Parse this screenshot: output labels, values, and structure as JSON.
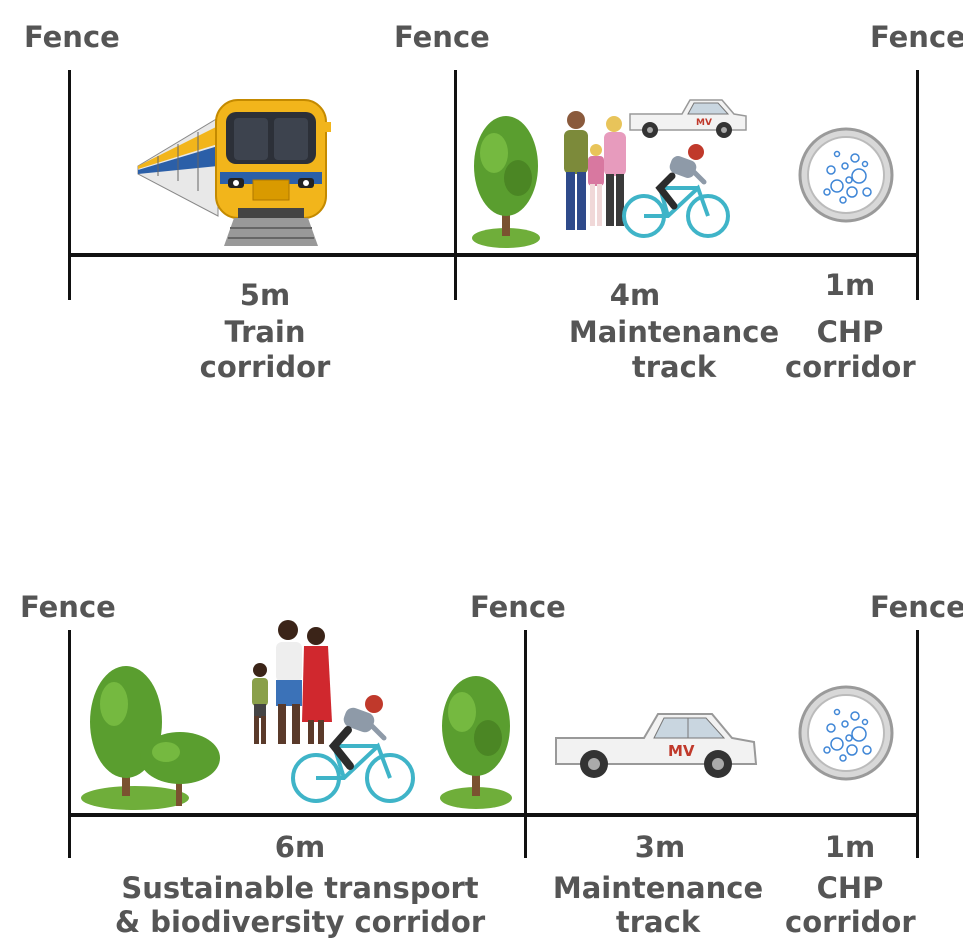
{
  "top_section": {
    "fences": [
      "Fence",
      "Fence",
      "Fence"
    ],
    "segments": [
      {
        "width": "5m",
        "name_line1": "Train",
        "name_line2": "corridor"
      },
      {
        "width": "4m",
        "name_line1": "Maintenance",
        "name_line2": "track"
      },
      {
        "width": "1m",
        "name_line1": "CHP",
        "name_line2": "corridor"
      }
    ],
    "icons": [
      "train-icon",
      "tree-icon",
      "family-icon",
      "cyclist-icon",
      "ute-truck-icon",
      "chp-pipe-icon"
    ]
  },
  "bottom_section": {
    "fences": [
      "Fence",
      "Fence",
      "Fence"
    ],
    "segments": [
      {
        "width": "6m",
        "name_line1": "Sustainable transport",
        "name_line2": "& biodiversity corridor"
      },
      {
        "width": "3m",
        "name_line1": "Maintenance",
        "name_line2": "track"
      },
      {
        "width": "1m",
        "name_line1": "CHP",
        "name_line2": "corridor"
      }
    ],
    "icons": [
      "tree-icon",
      "shrub-icon",
      "family-icon",
      "cyclist-icon",
      "tree-icon",
      "ute-truck-icon",
      "chp-pipe-icon"
    ]
  },
  "truck_logo_text": "MV",
  "colors": {
    "text": "#555555",
    "lines": "#111111",
    "train_body": "#f2b51b",
    "train_stripe": "#2b5fa8",
    "tree": "#5a9e2f",
    "pipe_ring": "#b0b0b0",
    "bubble": "#3f86d6",
    "bike_frame": "#3fb4c8"
  }
}
